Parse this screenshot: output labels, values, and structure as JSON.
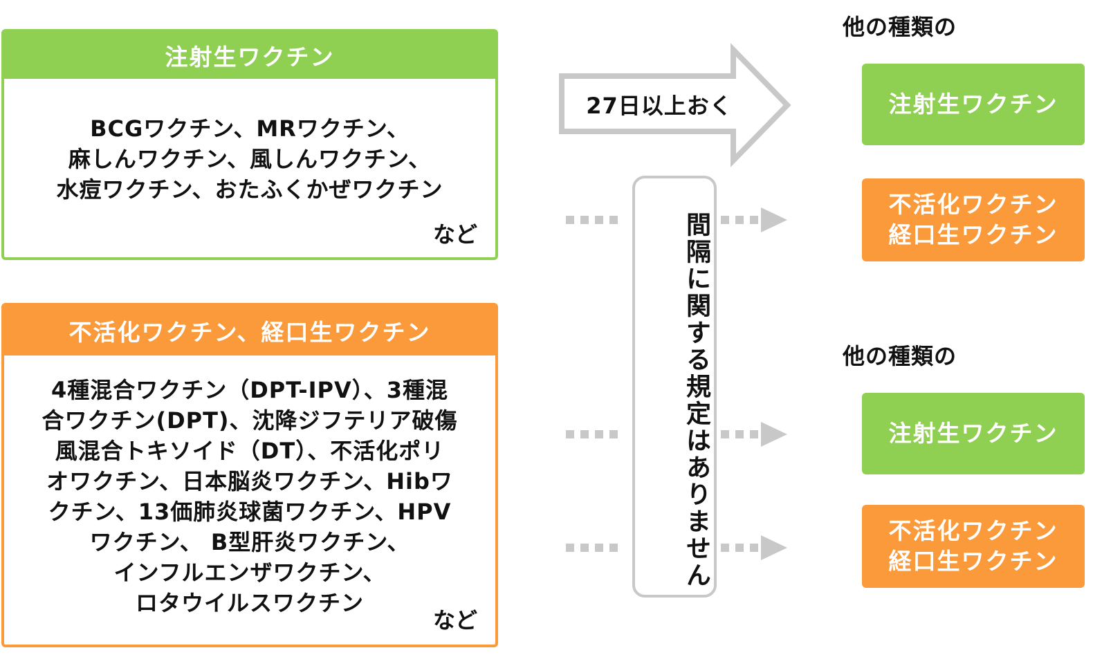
{
  "left": {
    "live_panel": {
      "title": "注射生ワクチン",
      "body": "BCGワクチン、MRワクチン、\n麻しんワクチン、風しんワクチン、\n水痘ワクチン、おたふくかぜワクチン",
      "etc": "など"
    },
    "inactive_panel": {
      "title": "不活化ワクチン、経口生ワクチン",
      "body": "4種混合ワクチン（DPT-IPV）、3種混\n合ワクチン(DPT)、沈降ジフテリア破傷\n風混合トキソイド（DT）、不活化ポリ\nオワクチン、日本脳炎ワクチン、Hibワ\nクチン、13価肺炎球菌ワクチン、HPV\nワクチン、 B型肝炎ワクチン、\nインフルエンザワクチン、\nロタウイルスワクチン",
      "etc": "など"
    }
  },
  "middle": {
    "interval_arrow_label": "27日以上おく",
    "no_rule_label": "間隔に関する規定はありません"
  },
  "right": {
    "group1": {
      "label": "他の種類の",
      "live_tag": "注射生ワクチン",
      "inactive_tag": "不活化ワクチン\n経口生ワクチン"
    },
    "group2": {
      "label": "他の種類の",
      "live_tag": "注射生ワクチン",
      "inactive_tag": "不活化ワクチン\n経口生ワクチン"
    }
  },
  "colors": {
    "green": "#8fd052",
    "orange": "#fb9a3a",
    "gray": "#c8c8c8"
  }
}
